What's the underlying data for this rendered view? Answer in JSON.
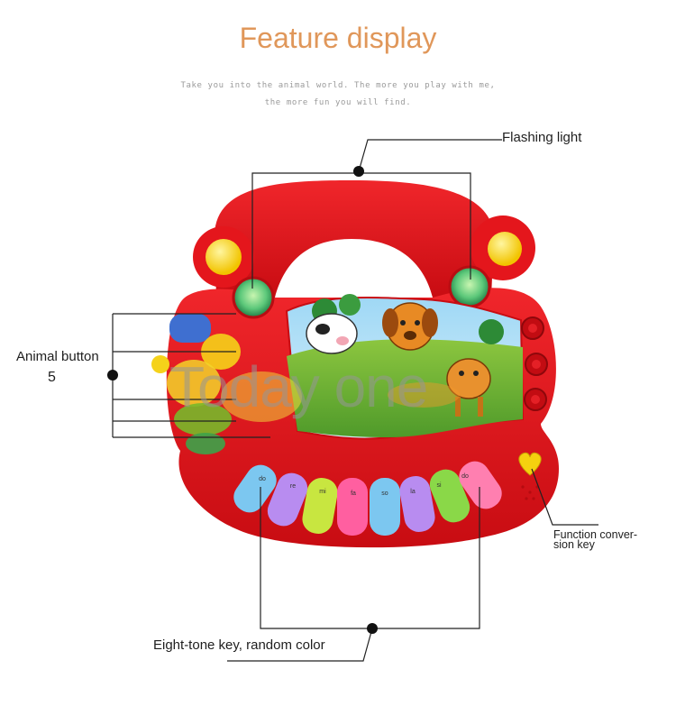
{
  "header": {
    "title": "Feature display",
    "subtitle": "Take you into the animal world. The more you play with me, the more fun you will find."
  },
  "callouts": {
    "flashing_light": "Flashing light",
    "animal_button": "Animal button",
    "animal_button_count": "5",
    "function_key": "Function conver-\nsion key",
    "eight_tone": "Eight-tone key, random color"
  },
  "keys": [
    "do",
    "re",
    "mi",
    "fa",
    "so",
    "la",
    "si",
    "do"
  ],
  "watermark": "Today one",
  "colors": {
    "title": "#e0975a",
    "toy_body": "#e0131a",
    "callout_line": "#222222"
  }
}
